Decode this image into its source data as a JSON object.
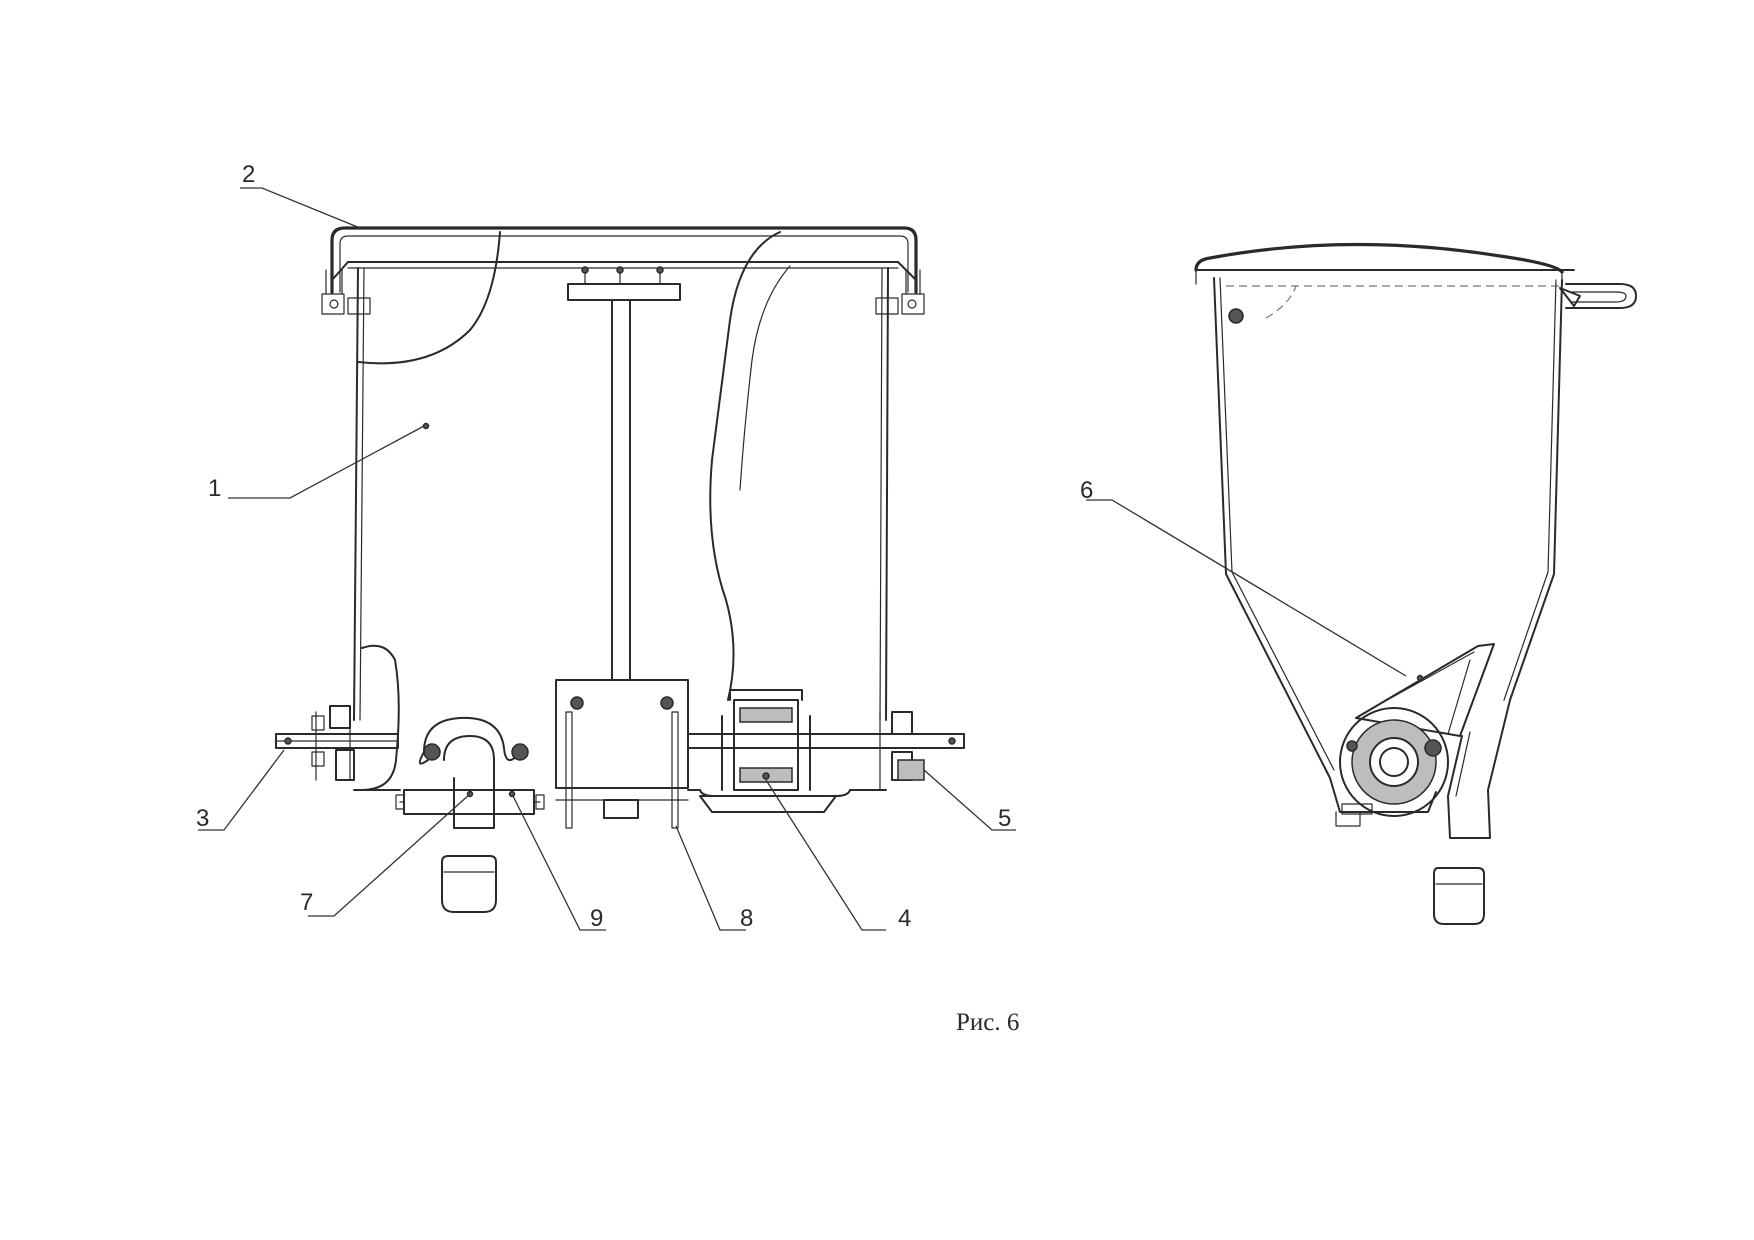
{
  "figure": {
    "caption": "Рис. 6"
  },
  "callouts": {
    "c1": "1",
    "c2": "2",
    "c3": "3",
    "c4": "4",
    "c5": "5",
    "c6": "6",
    "c7": "7",
    "c8": "8",
    "c9": "9"
  }
}
